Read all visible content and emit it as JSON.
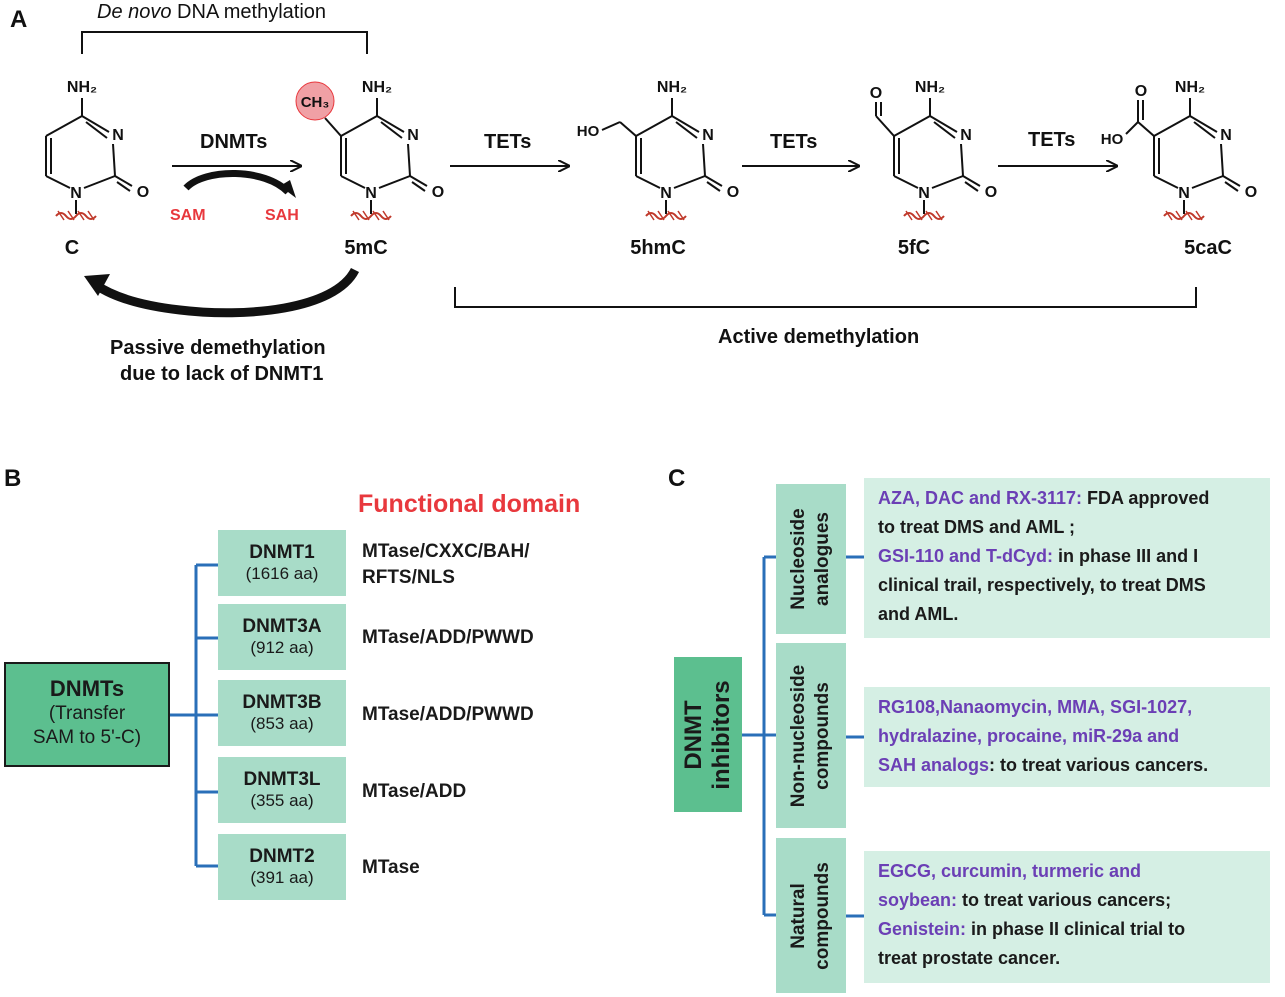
{
  "panelA": {
    "panel_letter": "A",
    "de_novo_italic": "De novo",
    "de_novo_rest": " DNA methylation",
    "enzyme_dnmts": "DNMTs",
    "sam": "SAM",
    "sah": "SAH",
    "tets": [
      "TETs",
      "TETs",
      "TETs"
    ],
    "molecules": [
      "C",
      "5mC",
      "5hmC",
      "5fC",
      "5caC"
    ],
    "passive_line1": "Passive demethylation",
    "passive_line2": "due to lack of DNMT1",
    "active": "Active demethylation",
    "atoms": {
      "nh2": "NH₂",
      "n": "N",
      "o": "O",
      "ch3": "CH₃",
      "ho": "HO"
    }
  },
  "panelB": {
    "panel_letter": "B",
    "header": "Functional domain",
    "root_title": "DNMTs",
    "root_sub1": "(Transfer",
    "root_sub2": "SAM to 5'-C)",
    "enzymes": [
      {
        "name": "DNMT1",
        "aa": "(1616 aa)",
        "domain1": "MTase/CXXC/BAH/",
        "domain2": "RFTS/NLS"
      },
      {
        "name": "DNMT3A",
        "aa": "(912 aa)",
        "domain1": "MTase/ADD/PWWD",
        "domain2": ""
      },
      {
        "name": "DNMT3B",
        "aa": "(853 aa)",
        "domain1": "MTase/ADD/PWWD",
        "domain2": ""
      },
      {
        "name": "DNMT3L",
        "aa": "(355 aa)",
        "domain1": "MTase/ADD",
        "domain2": ""
      },
      {
        "name": "DNMT2",
        "aa": "(391 aa)",
        "domain1": "MTase",
        "domain2": ""
      }
    ]
  },
  "panelC": {
    "panel_letter": "C",
    "root_line1": "DNMT",
    "root_line2": "inhibitors",
    "categories": [
      {
        "label1": "Nucleoside",
        "label2": "analogues",
        "l1_p": "AZA, DAC and RX-3117:",
        "l1_b": " FDA approved",
        "l2_b": "to treat DMS and AML ;",
        "l3_p": "GSI-110 and T-dCyd:",
        "l3_b": " in phase III and I",
        "l4_b": "clinical trail, respectively, to treat DMS",
        "l5_b": "and AML."
      },
      {
        "label1": "Non-nucleoside",
        "label2": "compounds",
        "l1_p": "RG108,Nanaomycin,  MMA, SGI-1027,",
        "l2_p": "hydralazine, procaine, miR-29a and",
        "l3_p": "SAH analogs",
        "l3_b": ": to treat  various cancers."
      },
      {
        "label1": "Natural",
        "label2": "compounds",
        "l1_p": "EGCG, curcumin, turmeric and",
        "l2_p": "soybean:",
        "l2_b": " to treat  various cancers;",
        "l3_p": "Genistein:",
        "l3_b": "  in phase II clinical trial to",
        "l4_b": "treat prostate cancer."
      }
    ]
  },
  "colors": {
    "accent_red": "#e8383d",
    "box_green": "#5cbf8f",
    "box_light": "#a8dcc8",
    "info_bg": "#d5efe4",
    "connector_blue": "#2a6fb8",
    "purple": "#6b3fb5",
    "ch3_circle": "#f0a0a5",
    "dna_red": "#c0392b"
  }
}
